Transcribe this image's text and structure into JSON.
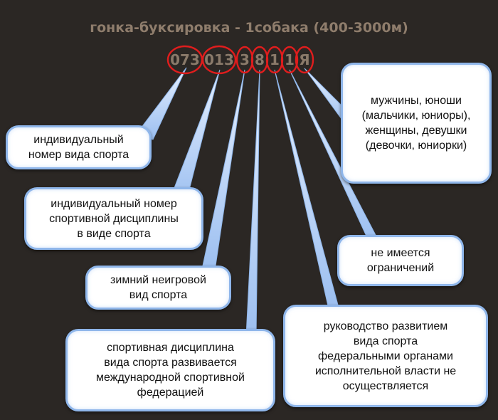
{
  "title": "гонка-буксировка - 1собака (400-3000м)",
  "code_segments": [
    "073",
    "013",
    "3",
    "8",
    "1",
    "1",
    "Я"
  ],
  "descriptions": {
    "sport_number": "индивидуальный\nномер вида спорта",
    "discipline_number": "индивидуальный номер\nспортивной дисциплины\nв виде спорта",
    "sport_type": "зимний неигровой\nвид спорта",
    "international": "спортивная дисциплина\nвида спорта развивается\nмеждународной спортивной\nфедерацией",
    "federal_management": "руководство развитием\nвида спорта\nфедеральными органами\nисполнительной власти не\nосуществляется",
    "restrictions": "не имеется\nограничений",
    "gender_age": "мужчины, юноши\n(мальчики, юниоры),\nженщины, девушки\n(девочки, юниорки)"
  },
  "colors": {
    "background": "#2b2724",
    "title": "#8f7d6c",
    "code": "#8a7a6a",
    "highlight_ring": "#e01d1d",
    "callout_border": "#8fb6ea",
    "callout_fill": "#ffffff"
  }
}
